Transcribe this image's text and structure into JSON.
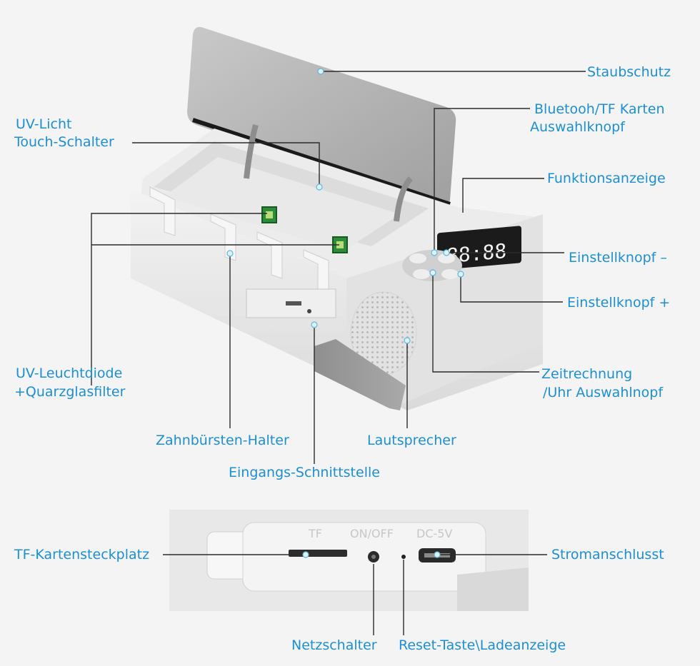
{
  "labels": {
    "staubschutz": "Staubschutz",
    "bluetooth_line1": "Bluetooh/TF Karten",
    "bluetooth_line2": "Auswahlknopf",
    "funktionsanzeige": "Funktionsanzeige",
    "einstell_minus": "Einstellknopf –",
    "einstell_plus": "Einstellknopf +",
    "zeit_line1": "Zeitrechnung",
    "zeit_line2": "/Uhr Auswahlnopf",
    "uv_touch_line1": "UV-Licht",
    "uv_touch_line2": "Touch-Schalter",
    "uv_led_line1": "UV-Leuchtdiode",
    "uv_led_line2": "+Quarzglasfilter",
    "zahnbuersten": "Zahnbürsten-Halter",
    "lautsprecher": "Lautsprecher",
    "eingang": "Eingangs-Schnittstelle",
    "tf_slot": "TF-Kartensteckplatz",
    "stromanschluss": "Stromanschlusst",
    "netzschalter": "Netzschalter",
    "reset": "Reset-Taste\\Ladeanzeige"
  },
  "panel_marks": {
    "tf": "TF",
    "onoff": "ON/OFF",
    "dc": "DC-5V"
  },
  "display_digits": "88:88",
  "colors": {
    "label": "#1d8fd1",
    "device_body": "#e9e9e9",
    "uv_led": "#2e8b3a",
    "leader_line": "#2b2b2b"
  }
}
